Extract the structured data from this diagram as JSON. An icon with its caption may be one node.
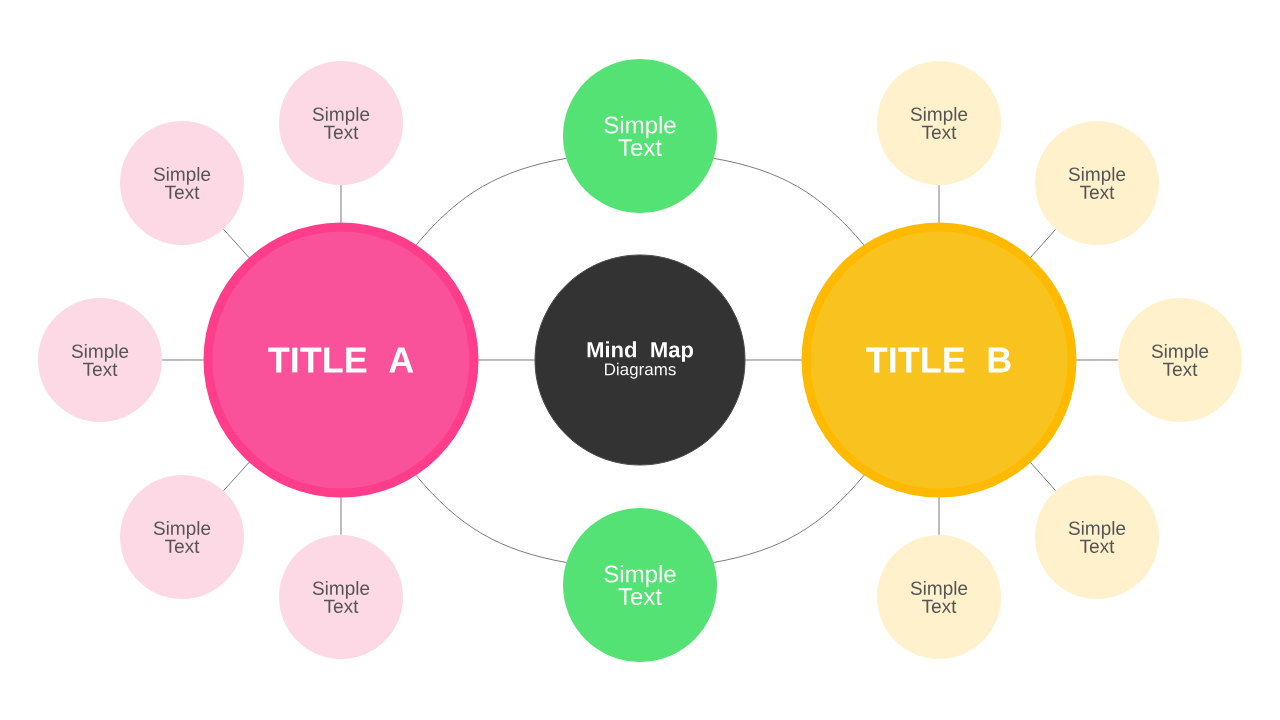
{
  "diagram": {
    "nodes": [
      {
        "text": [
          "TITLE A"
        ]
      },
      {
        "text": [
          "Mind Map",
          "Diagrams"
        ]
      },
      {
        "text": [
          "TITLE B"
        ]
      },
      {
        "text": [
          "Simple Text"
        ]
      },
      {
        "text": [
          "Simple Text"
        ]
      },
      {
        "text": [
          "Simple Text"
        ]
      },
      {
        "text": [
          "Simple Text"
        ]
      },
      {
        "text": [
          "Simple Text"
        ]
      },
      {
        "text": [
          "Simple Text"
        ]
      },
      {
        "text": [
          "Simple Text"
        ]
      },
      {
        "text": [
          "Simple Text"
        ]
      },
      {
        "text": [
          "Simple Text"
        ]
      },
      {
        "text": [
          "Simple Text"
        ]
      },
      {
        "text": [
          "Simple Text"
        ]
      },
      {
        "text": [
          "Simple Text"
        ]
      }
    ],
    "edges": [
      {
        "from": 0,
        "to": 1,
        "arrow": "none"
      },
      {
        "from": 1,
        "to": 2,
        "arrow": "none"
      },
      {
        "from": 0,
        "to": 3,
        "arrow": "none"
      },
      {
        "from": 3,
        "to": 2,
        "arrow": "none"
      },
      {
        "from": 0,
        "to": 4,
        "arrow": "none"
      },
      {
        "from": 4,
        "to": 2,
        "arrow": "none"
      },
      {
        "from": 0,
        "to": 5,
        "arrow": "none"
      },
      {
        "from": 0,
        "to": 6,
        "arrow": "none"
      },
      {
        "from": 0,
        "to": 7,
        "arrow": "none"
      },
      {
        "from": 0,
        "to": 8,
        "arrow": "none"
      },
      {
        "from": 0,
        "to": 9,
        "arrow": "none"
      },
      {
        "from": 2,
        "to": 10,
        "arrow": "none"
      },
      {
        "from": 2,
        "to": 11,
        "arrow": "none"
      },
      {
        "from": 2,
        "to": 12,
        "arrow": "none"
      },
      {
        "from": 2,
        "to": 13,
        "arrow": "none"
      },
      {
        "from": 2,
        "to": 14,
        "arrow": "none"
      }
    ]
  }
}
